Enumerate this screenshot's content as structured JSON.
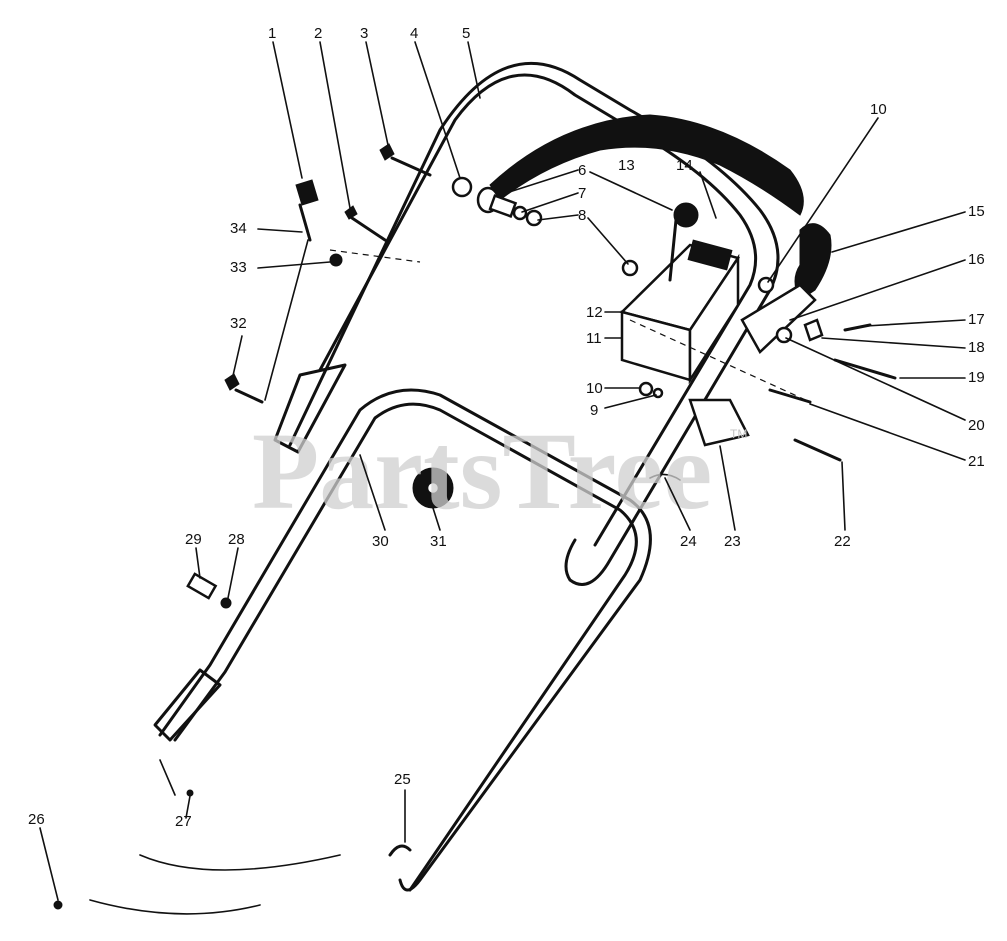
{
  "watermark": {
    "text": "PartsTree",
    "trademark": "TM"
  },
  "callouts": [
    {
      "id": "c1",
      "text": "1"
    },
    {
      "id": "c2",
      "text": "2"
    },
    {
      "id": "c3",
      "text": "3"
    },
    {
      "id": "c4",
      "text": "4"
    },
    {
      "id": "c5",
      "text": "5"
    },
    {
      "id": "c6",
      "text": "6"
    },
    {
      "id": "c7",
      "text": "7"
    },
    {
      "id": "c8",
      "text": "8"
    },
    {
      "id": "c9",
      "text": "9"
    },
    {
      "id": "c10a",
      "text": "10"
    },
    {
      "id": "c10b",
      "text": "10"
    },
    {
      "id": "c11",
      "text": "11"
    },
    {
      "id": "c12",
      "text": "12"
    },
    {
      "id": "c13",
      "text": "13"
    },
    {
      "id": "c14",
      "text": "14"
    },
    {
      "id": "c15",
      "text": "15"
    },
    {
      "id": "c16",
      "text": "16"
    },
    {
      "id": "c17",
      "text": "17"
    },
    {
      "id": "c18",
      "text": "18"
    },
    {
      "id": "c19",
      "text": "19"
    },
    {
      "id": "c20",
      "text": "20"
    },
    {
      "id": "c21",
      "text": "21"
    },
    {
      "id": "c22",
      "text": "22"
    },
    {
      "id": "c23",
      "text": "23"
    },
    {
      "id": "c24",
      "text": "24"
    },
    {
      "id": "c25",
      "text": "25"
    },
    {
      "id": "c26",
      "text": "26"
    },
    {
      "id": "c27",
      "text": "27"
    },
    {
      "id": "c28",
      "text": "28"
    },
    {
      "id": "c29",
      "text": "29"
    },
    {
      "id": "c30",
      "text": "30"
    },
    {
      "id": "c31",
      "text": "31"
    },
    {
      "id": "c32",
      "text": "32"
    },
    {
      "id": "c33",
      "text": "33"
    },
    {
      "id": "c34",
      "text": "34"
    }
  ]
}
